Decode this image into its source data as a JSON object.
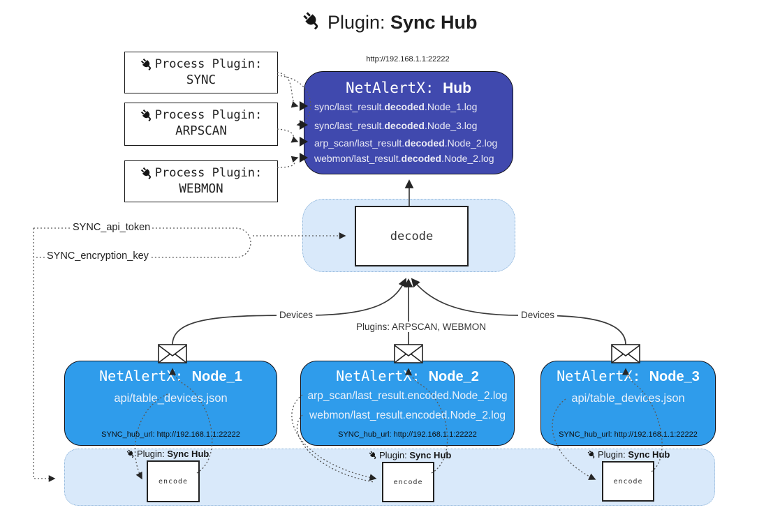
{
  "title": {
    "prefix": "Plugin: ",
    "bold": "Sync Hub"
  },
  "process_plugins": [
    {
      "label": "Process Plugin:",
      "name": "SYNC"
    },
    {
      "label": "Process Plugin:",
      "name": "ARPSCAN"
    },
    {
      "label": "Process Plugin:",
      "name": "WEBMON"
    }
  ],
  "hub": {
    "url": "http://192.168.1.1:22222",
    "title_prefix": "NetAlertX: ",
    "title_name": "Hub",
    "logs": [
      {
        "pre": "sync/last_result.",
        "bold": "decoded",
        "post": ".Node_1.log"
      },
      {
        "pre": "sync/last_result.",
        "bold": "decoded",
        "post": ".Node_3.log"
      },
      {
        "pre": "arp_scan/last_result.",
        "bold": "decoded",
        "post": ".Node_2.log"
      },
      {
        "pre": "webmon/last_result.",
        "bold": "decoded",
        "post": ".Node_2.log"
      }
    ]
  },
  "decode": {
    "label": "decode"
  },
  "tokens": {
    "api_token": "SYNC_api_token",
    "encryption_key": "SYNC_encryption_key"
  },
  "edges": {
    "devices_left": "Devices",
    "devices_right": "Devices",
    "plugins": "Plugins: ARPSCAN, WEBMON"
  },
  "nodes": [
    {
      "title_prefix": "NetAlertX: ",
      "name": "Node_1",
      "files": [
        "api/table_devices.json"
      ],
      "hub_url": "SYNC_hub_url: http://192.168.1.1:22222"
    },
    {
      "title_prefix": "NetAlertX: ",
      "name": "Node_2",
      "files": [
        "arp_scan/last_result.encoded.Node_2.log",
        "webmon/last_result.encoded.Node_2.log"
      ],
      "hub_url": "SYNC_hub_url: http://192.168.1.1:22222"
    },
    {
      "title_prefix": "NetAlertX: ",
      "name": "Node_3",
      "files": [
        "api/table_devices.json"
      ],
      "hub_url": "SYNC_hub_url: http://192.168.1.1:22222"
    }
  ],
  "band": {
    "plugin_prefix": "Plugin: ",
    "plugin_bold": "Sync Hub",
    "encode_label": "encode"
  },
  "colors": {
    "hub_fill": "#4049ae",
    "node_fill": "#2f9ceb",
    "panel_fill": "#d9e9fa",
    "panel_border": "#8ab2d8",
    "line": "#3a3a3a",
    "dotted": "#5a5a5a",
    "hub_text": "#e9e9f4",
    "node_text": "#e8f0fa"
  }
}
